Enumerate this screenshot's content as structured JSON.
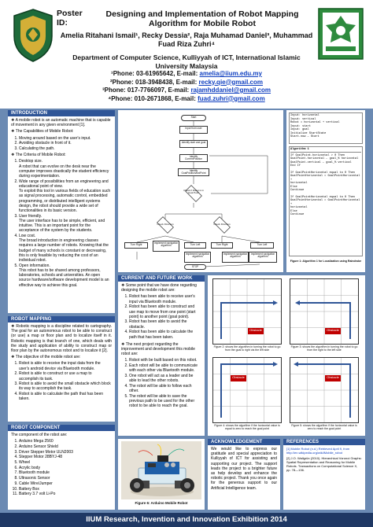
{
  "header": {
    "poster_id_label": "Poster ID:",
    "title": "Designing and Implementation of Robot Mapping Algorithm for Mobile Robot",
    "authors": "Amelia Ritahani Ismail¹, Recky Dessia², Raja Muhamad Daniel³, Muhammad Fuad Riza Zuhri⁴",
    "department": "Department of Computer Science, Kulliyyah of ICT, International Islamic University Malaysia",
    "contacts": [
      {
        "prefix": "¹Phone: 03-61965642, E-mail: ",
        "email": "amelia@iium.edu.my"
      },
      {
        "prefix": "²Phone: 018-3948438, E-mail: ",
        "email": "recky.qie@gmail.com"
      },
      {
        "prefix": "³Phone: 017-7766097, E-mail: ",
        "email": "rajamhddaniel@gmail.com"
      },
      {
        "prefix": "⁴Phone: 010-2671868, E-mail: ",
        "email": "fuad.zuhri@gmail.com"
      }
    ]
  },
  "introduction": {
    "heading": "INTRODUCTION",
    "lead": "❖ A mobile robot is an automatic machine that is capable of movement in any given environment [1].",
    "capabilities_title": "❖ The Capabilities of Mobile Robot:",
    "capabilities": [
      "Moving around based on the user's input.",
      "Avoiding obstacle in front of it.",
      "Calculating the path."
    ],
    "criteria_title": "❖ The Criteria of Mobile Robot:",
    "criteria": [
      {
        "label": "Desktop size.",
        "text": "A robot that can evolve on the desk near the computer improves drastically the student efficiency during experimentation."
      },
      {
        "label": "Wide range of possibilities from an engineering and educational point of view.",
        "text": "To exploit this tool in various fields of education such as signal processing, automatic control, embedded programming, or distributed intelligent systems design, the robot should provide a wide set of functionalities in its basic version."
      },
      {
        "label": "User friendly.",
        "text": "The user interface has to be simple, efficient, and intuitive. This is an important point for the acceptance of the system by the students."
      },
      {
        "label": "Low cost.",
        "text": "The broad introduction in engineering classes requires a large number of robots. Knowing that the budget of many schools is constant or decreasing, this is only feasible by reducing the cost of an individual robot."
      },
      {
        "label": "Open information.",
        "text": "This robot has to be shared among professors, laboratories, schools and universities. An open source hardware/software development model is an effective way to achieve this goal."
      }
    ]
  },
  "robot_mapping": {
    "heading": "ROBOT MAPPING",
    "lead": "❖ Robotic mapping is a discipline related to cartography. The goal for an autonomous robot to be able to construct (or use) a map or floor plan and to localize itself in it. Robotic mapping is that branch of one, which deals with the study and application of ability to construct map or floor plan by the autonomous robot and to localize it [2].",
    "objective_title": "❖ The objective of the mobile robot are:",
    "objectives": [
      "Robot is able to receive the input data from the user's android device via Bluetooth module.",
      "Robot is able to construct or use a map to accomplish its task.",
      "Robot is able to avoid the small obstacle which block its way to accomplish the task.",
      "Robot is able to calculate the path that has been taken."
    ]
  },
  "robot_component": {
    "heading": "ROBOT COMPONENT",
    "lead": "The component of the robot are:",
    "items": [
      "Arduino Mega 2560",
      "Arduino Sensor Shield",
      "Driver Stepper Motor ULN2003",
      "Stepper Motor 28BYJ-48",
      "Wheel",
      "Acrylic body",
      "Bluetooth module",
      "Ultrasonic Sensor",
      "Cable Wire/Jumper",
      "Battery Box",
      "Battery 3.7 volt Li-Po"
    ]
  },
  "flowchart": {
    "nodes": [
      "Start",
      "Input from user",
      "Identify start and goal",
      "Identify CurrentPosition",
      "Identify GoalPositionAndPoint",
      "Check if Robot is in Goal Point",
      "Check Direction",
      "Check Direction",
      "Turn Right",
      "Implement navigation algorithm",
      "Turn Left",
      "Implement navigation algorithm",
      "Turn Right",
      "Implement navigation algorithm",
      "Turn Left",
      "Implement navigation algorithm",
      "STOP"
    ]
  },
  "algorithm": {
    "inputs": [
      "Input: horizontal",
      "Input: vertical",
      "Robot = horizontal + vertical",
      "Input: start",
      "Input: goal",
      "Initialize StartState",
      "",
      "Start.now ← Start"
    ],
    "title": "Algorithm 1",
    "lines": [
      "If GoalPoint.horizontal > 0 Then",
      "    GoalPoint.horizontal ← goal_% horizontal",
      "    GoalPoint.vertical ← goal_% vertical",
      "End If",
      "",
      "If GoalPointHorizontal equal to 0 Then",
      "  GoalPointHorizontal = GoalPointHorizontal +",
      "  horizontal",
      "Else",
      "  Continue",
      "",
      "If GoalPointHorizontal equal to 0 Then",
      "  GoalPointHorizontal = GoalPointHorizontal +",
      "  horizontal",
      "Else",
      "  Continue"
    ],
    "caption": "Figure 1: Algorithm 1 for Localization using Raindrobe"
  },
  "current_future": {
    "heading": "CURRENT AND FUTURE WORK",
    "lead": "❖ Some point that we have done regarding designing the mobile robot are:",
    "done": [
      "Robot has been able to receive user's input via Bluetooth module.",
      "Robot has been able to construct and use map to move from one point (start point) to another point (goal point).",
      "Robot has been able to avoid the obstacle.",
      "Robot has been able to calculate the path that has been taken."
    ],
    "next_lead": "❖ The next project regarding the improvement and development this mobile robot are:",
    "next": [
      "Robot with be built based on this robot.",
      "Each robot will be able to communicate with each other via Bluetooth module.",
      "One robot will act as a leader and be able to lead the other robots.",
      "The robot will be able to follow each other.",
      "The robot will be able to save the previous path to be used for the other robot to be able to reach the goal."
    ]
  },
  "grids": {
    "obstacle_label": "Obstacle",
    "caption_top_left": "Figure 2: shows the algorithm in turning the robot to go from the goal to right via the left side",
    "caption_top_right": "Figure 3: shows the algorithm in turning the robot to go from the right to the left side",
    "caption_bottom_left": "Figure 4: shows the algorithm if the horizontal value is equal to zero to reach the goal point",
    "caption_bottom_right": "Figure 5: shows the algorithm if the horizontal value is zero to reach the goal point"
  },
  "photo": {
    "caption": "Figure 6: Arduino Mobile Robot"
  },
  "acknowledgement": {
    "heading": "ACKNOWLEDGEMENT",
    "text": "We would like to express our gratitude and special appreciation to Kulliyyah of ICT for assisting and supporting our project. The support leads the project to a brighter future as help develop and enhance the robotic project. Thank you once again for the generous support to our Artificial Intelligence team."
  },
  "references": {
    "heading": "REFERENCES",
    "items": [
      "[1] Mobile Robot (n.d.) Retrieved April 9, from http://en.wikipedia.org/wiki/Mobile_robot",
      "[2] J.O. Wallgrün (2010). Hierarchical Voronoi Graphs: Spatial Representation and Reasoning for Mobile Robots. Transactions on Computational Science X, pp. 78—136."
    ]
  },
  "footer": "IIUM Research, Invention and Innovation Exhibition 2014",
  "colors": {
    "accent": "#2f5597",
    "background": "#6b8ab3",
    "obstacle": "#c00000",
    "footer": "#1f3864"
  }
}
